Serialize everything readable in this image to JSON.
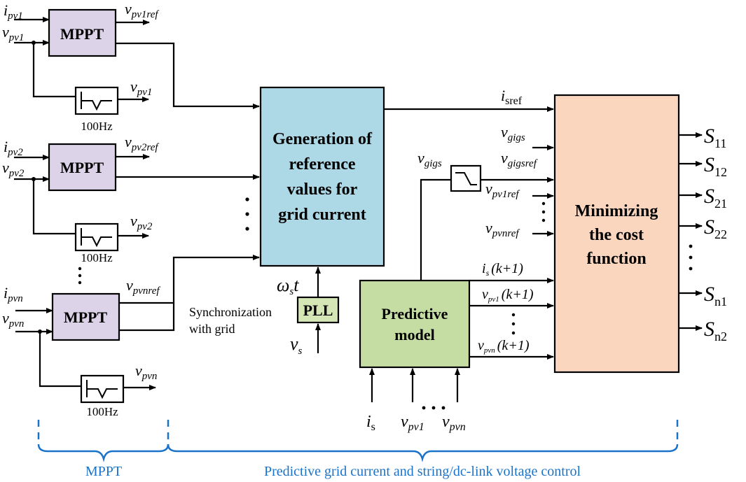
{
  "blocks": {
    "mppt_label": "MPPT",
    "filter_label": "100Hz",
    "gen": [
      "Generation of",
      "reference",
      "values for",
      "grid current"
    ],
    "pll": "PLL",
    "pred": [
      "Predictive",
      "model"
    ],
    "cost": [
      "Minimizing",
      "the cost",
      "function"
    ]
  },
  "signals": {
    "ipv1": [
      "i",
      "pv1"
    ],
    "vpv1": [
      "v",
      "pv1"
    ],
    "vpv1ref": [
      "v",
      "pv1ref"
    ],
    "vpv1_f": [
      "v",
      "pv1"
    ],
    "ipv2": [
      "i",
      "pv2"
    ],
    "vpv2": [
      "v",
      "pv2"
    ],
    "vpv2ref": [
      "v",
      "pv2ref"
    ],
    "vpv2_f": [
      "v",
      "pv2"
    ],
    "ipvn": [
      "i",
      "pvn"
    ],
    "vpvn": [
      "v",
      "pvn"
    ],
    "vpvnref": [
      "v",
      "pvnref"
    ],
    "vpvn_f": [
      "v",
      "pvn"
    ],
    "isref": [
      "i",
      "sref"
    ],
    "vgigs_in": [
      "v",
      "gigs"
    ],
    "vgigsref": [
      "v",
      "gigsref"
    ],
    "vpv1ref_c": [
      "v",
      "pv1ref"
    ],
    "vpvnref_c": [
      "v",
      "pvnref"
    ],
    "vgigs_f": [
      "v",
      "gigs"
    ],
    "omega": [
      "ω",
      "s",
      "t"
    ],
    "vs": [
      "v",
      "s"
    ],
    "is_k1": [
      "i",
      "s",
      "(k+1)"
    ],
    "vpv1_k1": [
      "v",
      "pv1",
      "(k+1)"
    ],
    "vpvn_k1": [
      "v",
      "pvn",
      "(k+1)"
    ],
    "is_in": [
      "i",
      "s"
    ],
    "vpv1_in": [
      "v",
      "pv1"
    ],
    "vpvn_in": [
      "v",
      "pvn"
    ]
  },
  "outputs": [
    [
      "S",
      "11"
    ],
    [
      "S",
      "12"
    ],
    [
      "S",
      "21"
    ],
    [
      "S",
      "22"
    ],
    [
      "S",
      "n1"
    ],
    [
      "S",
      "n2"
    ]
  ],
  "sync_text": [
    "Synchronization",
    "with grid"
  ],
  "sections": {
    "left": "MPPT",
    "right": "Predictive grid current and string/dc-link voltage control"
  },
  "colors": {
    "mppt_fill": "#dcd3e8",
    "gen_fill": "#add8e6",
    "pll_fill": "#d4e6b5",
    "pred_fill": "#c5dca3",
    "cost_fill": "#fbd6be",
    "section_text": "#1a73c8"
  }
}
